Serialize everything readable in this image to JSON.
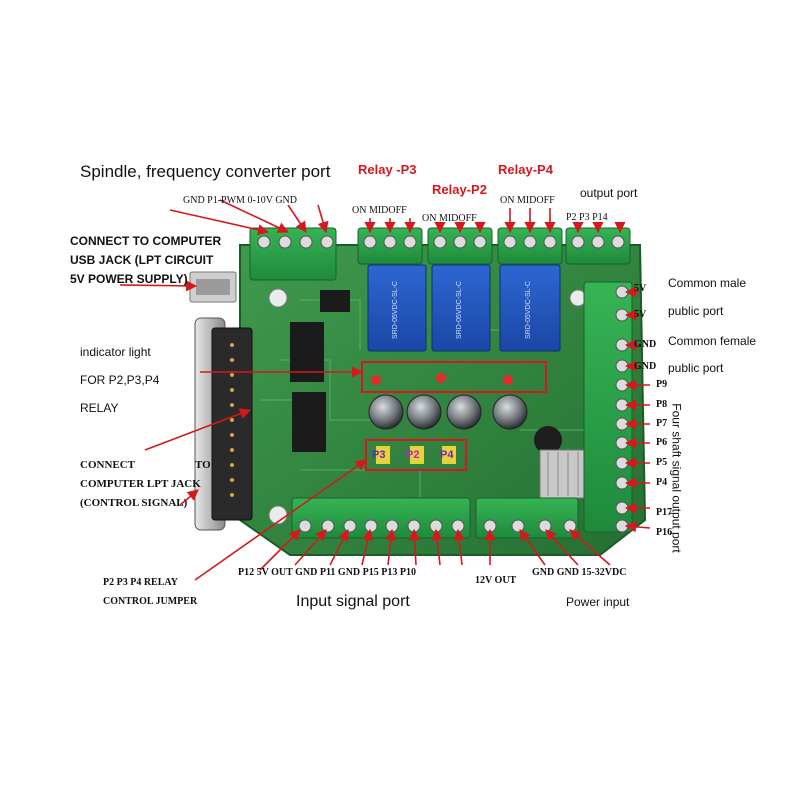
{
  "colors": {
    "board": "#2f8a3f",
    "terminal": "#2aa048",
    "relay": "#2052b8",
    "label_red": "#d4181e",
    "arrow": "#d4181e",
    "text": "#111111"
  },
  "title_spindle": "Spindle, frequency converter port",
  "relay_p3": "Relay -P3",
  "relay_p2": "Relay-P2",
  "relay_p4": "Relay-P4",
  "spindle_pins": "GND  P1-PWM   0-10V  GND",
  "relay_pins_1": "ON MIDOFF",
  "relay_pins_2": "ON MIDOFF",
  "relay_pins_3": "ON MIDOFF",
  "output_port": "output port",
  "output_pins": "P2  P3   P14",
  "usb_line1": "CONNECT  TO  COMPUTER",
  "usb_line2": "USB  JACK  (LPT  CIRCUIT",
  "usb_line3": "5V POWER SUPPLY)",
  "indicator_line1": "indicator light",
  "indicator_line2": "FOR P2,P3,P4",
  "indicator_line3": "RELAY",
  "lpt_line1": "CONNECT",
  "lpt_to": "TO",
  "lpt_line2": "COMPUTER LPT JACK",
  "lpt_line3": "(CONTROL SIGNAL)",
  "jumper_line1": "P2 P3 P4 RELAY",
  "jumper_line2": "CONTROL  JUMPER",
  "jumper_labels": [
    "P3",
    "P2",
    "P4"
  ],
  "right_pins": [
    "5V",
    "5V",
    "GND",
    "GND",
    "P9",
    "P8",
    "P7",
    "P6",
    "P5",
    "P4",
    "P17",
    "P16"
  ],
  "common_male_1": "Common male",
  "common_male_2": "public port",
  "common_female_1": "Common female",
  "common_female_2": "public port",
  "four_shaft": "Four shaft signal output port",
  "bottom_pins": "P12   5V OUT  GND   P11  GND   P15  P13  P10",
  "bottom_12v": "12V OUT",
  "bottom_power_pins": "GND  GND   15-32VDC",
  "input_signal_port": "Input signal port",
  "power_input": "Power input"
}
